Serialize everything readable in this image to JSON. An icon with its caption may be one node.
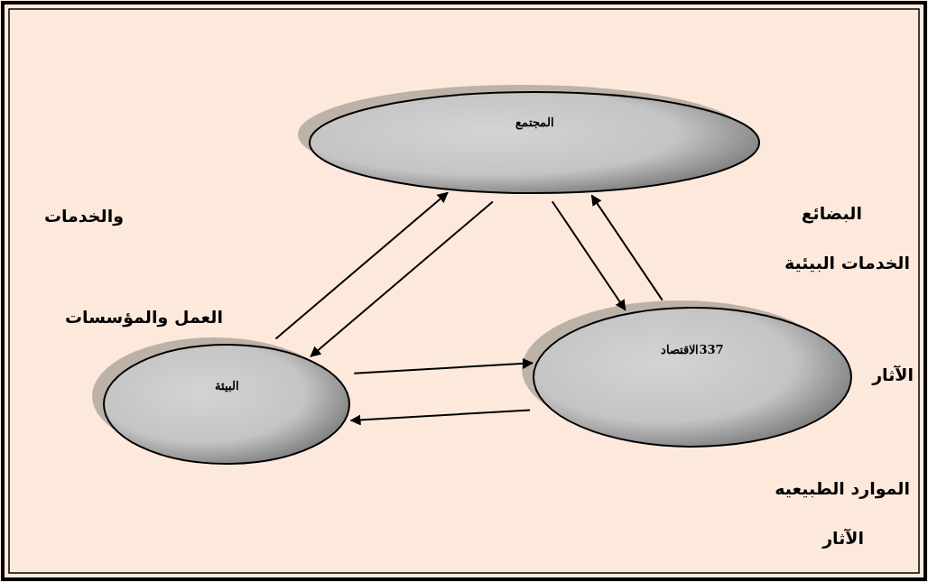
{
  "diagram": {
    "nodes": [
      {
        "text": [
          "المجتمع"
        ]
      },
      {
        "text": [
          "البيئة"
        ]
      },
      {
        "text": [
          "337الاقتصاد"
        ]
      }
    ],
    "edges": [
      {
        "from": 1,
        "to": 0,
        "arrow": "to"
      },
      {
        "from": 0,
        "to": 1,
        "arrow": "to"
      },
      {
        "from": 0,
        "to": 2,
        "arrow": "to"
      },
      {
        "from": 2,
        "to": 0,
        "arrow": "to"
      },
      {
        "from": 1,
        "to": 2,
        "arrow": "to"
      },
      {
        "from": 2,
        "to": 1,
        "arrow": "to"
      }
    ],
    "labels": [
      "البضائع",
      "والخدمات",
      "الخدمات البيئية",
      "العمل والمؤسسات",
      "الآثار",
      "الموارد الطبيعيه",
      "الآثار"
    ]
  }
}
